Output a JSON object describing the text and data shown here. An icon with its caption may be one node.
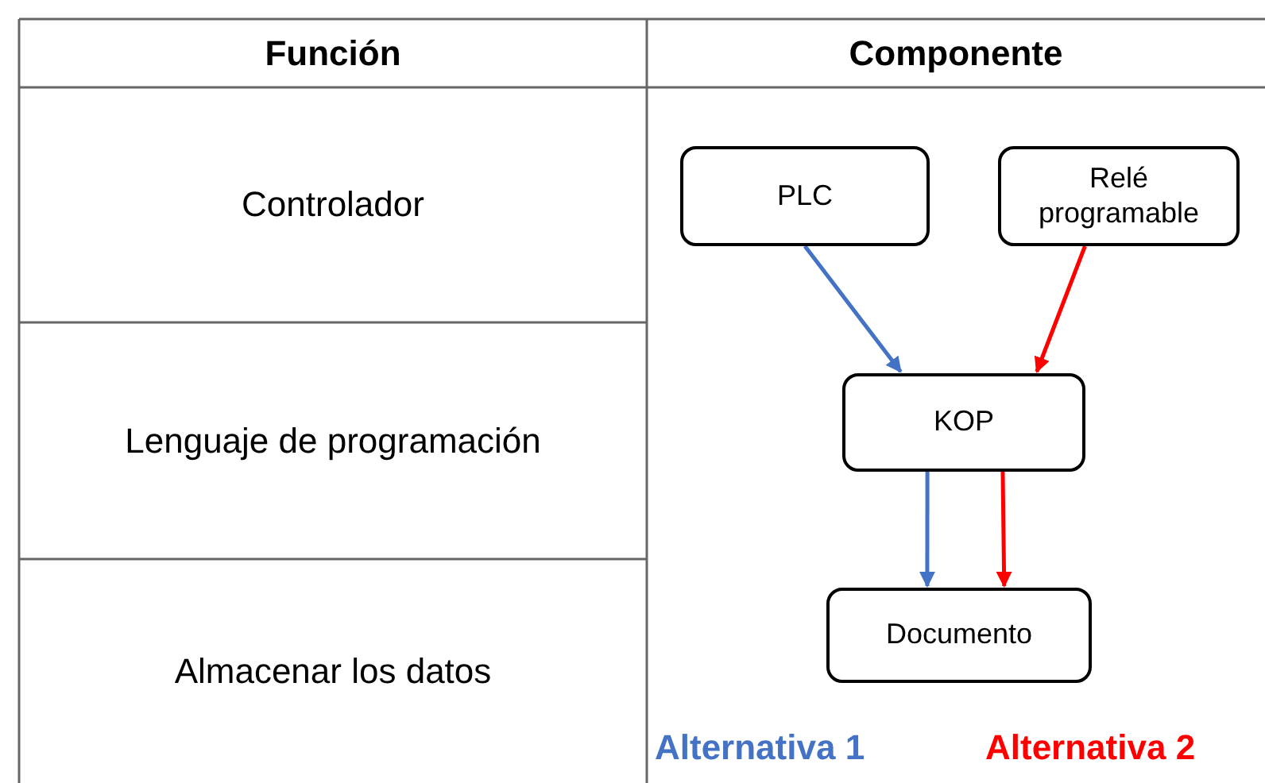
{
  "diagram": {
    "nodes": [
      {
        "text": [
          "PLC"
        ]
      },
      {
        "text": [
          "Relé programable"
        ]
      },
      {
        "text": [
          "KOP"
        ]
      },
      {
        "text": [
          "Documento"
        ]
      }
    ],
    "edges": [
      {
        "from": 0,
        "to": 2,
        "arrow": "to",
        "color": "#4472c4"
      },
      {
        "from": 1,
        "to": 2,
        "arrow": "to",
        "color": "#ff0000"
      },
      {
        "from": 2,
        "to": 3,
        "arrow": "to",
        "color": "#4472c4"
      },
      {
        "from": 2,
        "to": 3,
        "arrow": "to",
        "color": "#ff0000"
      }
    ],
    "labels": [
      "Función",
      "Componente",
      "Controlador",
      "Lenguaje de programación",
      "Almacenar los datos",
      "Alternativa 1",
      "Alternativa 2"
    ]
  }
}
